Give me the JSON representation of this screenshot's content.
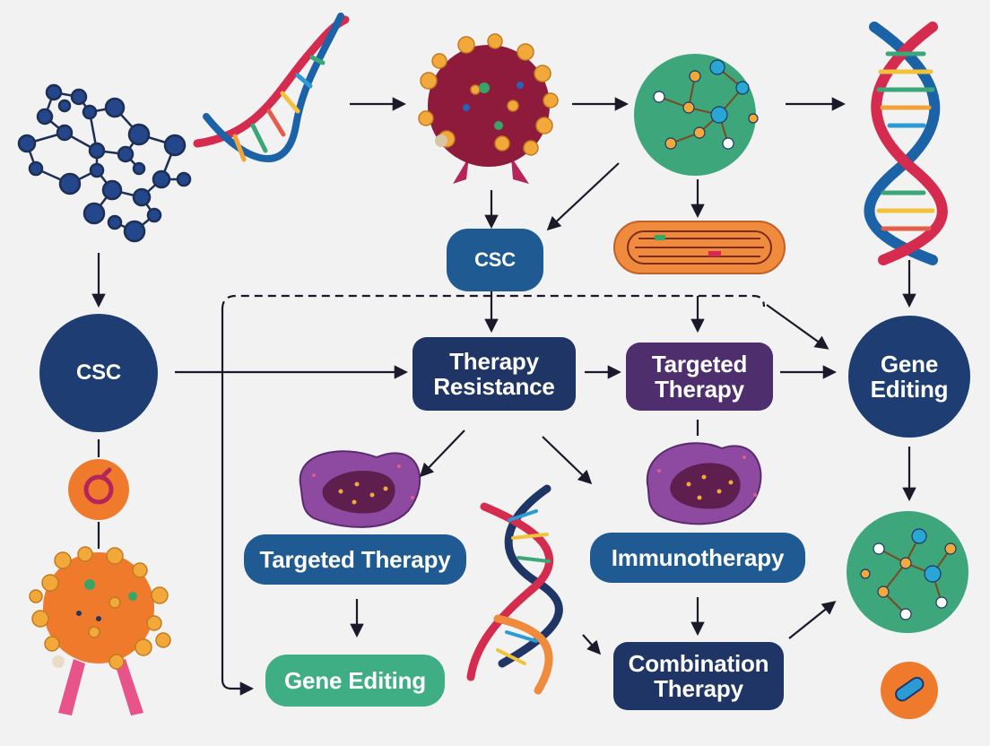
{
  "nodes": {
    "csc_top": "CSC",
    "csc_left": "CSC",
    "therapy_resistance": "Therapy\nResistance",
    "targeted_therapy_center": "Targeted\nTherapy",
    "gene_editing_right": "Gene\nEditing",
    "targeted_therapy_left": "Targeted Therapy",
    "immunotherapy": "Immunotherapy",
    "gene_editing_bottom": "Gene Editing",
    "combination_therapy": "Combination\nTherapy"
  },
  "colors": {
    "navy": "#1e3566",
    "blue": "#1f5a92",
    "purple": "#4e2e6c",
    "green": "#3fae85",
    "arrow": "#1a1a2a"
  }
}
